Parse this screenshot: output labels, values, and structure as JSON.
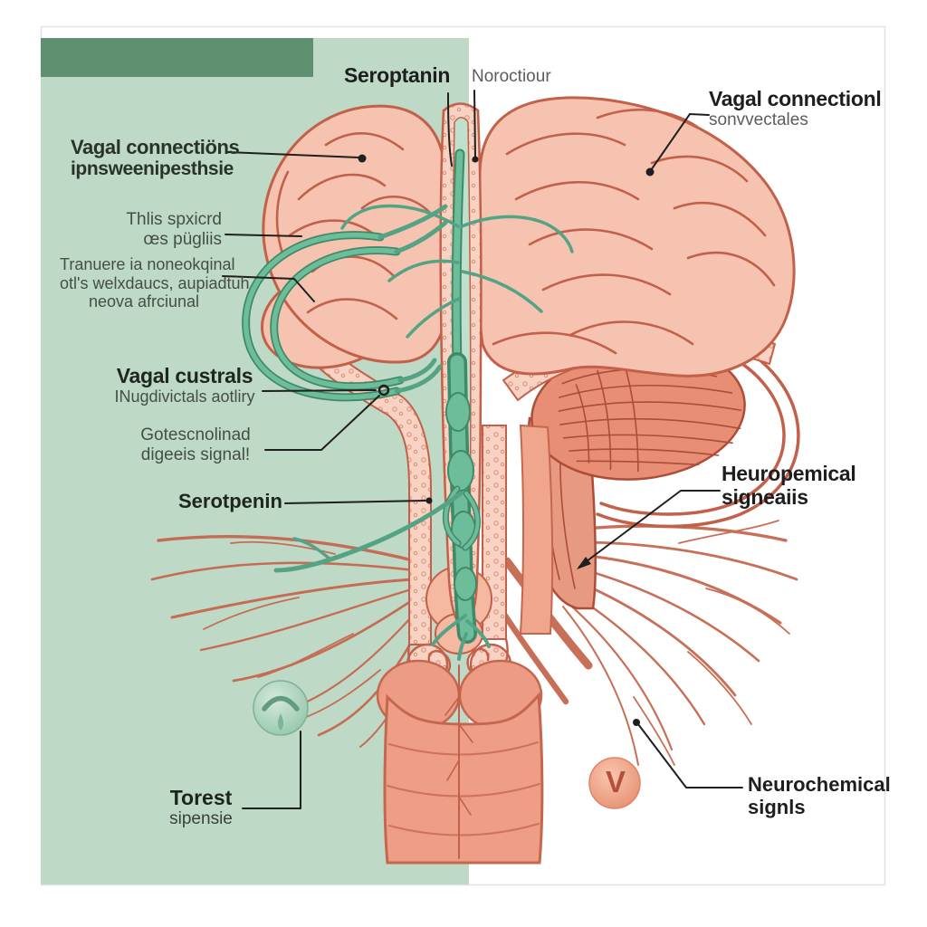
{
  "figure": {
    "type": "anatomical-diagram",
    "subject": "Brain and vagus nerve connections illustration"
  },
  "labels": {
    "seroptanin_top": {
      "line1": "Seroptanin"
    },
    "noroctiov_top": {
      "line1": "Noroctiour"
    },
    "vagal_connections_right": {
      "line1": "Vagal connectionl",
      "line2": "sonvvectales"
    },
    "vagal_connections_left": {
      "line1": "Vagal connectiöns",
      "line2": "ipnsweenipesthsie"
    },
    "thlis_spxicrd": {
      "line1": "Thlis spxicrd",
      "line2": "œs pügliis"
    },
    "tranuere": {
      "line1": "Tranuere ia noneokqinal",
      "line2": "otl's welxdaucs, aupiadtuh",
      "line3": "neova afrciunal"
    },
    "vagal_custrals": {
      "line1": "Vagal custrals",
      "line2": "INugdivictals aotliry"
    },
    "gotescnolinad": {
      "line1": "Gotescnolinad",
      "line2": "digeeis signal!"
    },
    "serotpenin_mid": {
      "line1": "Serotpenin"
    },
    "neurochemical_right": {
      "line1": "Heuropemical",
      "line2": "signeaiis"
    },
    "torest": {
      "line1": "Torest",
      "line2": "sipensie"
    },
    "neurochemical_bottom": {
      "line1": "Neurochemical",
      "line2": "signls"
    },
    "vagus_badge": {
      "letter": "V"
    }
  },
  "colors": {
    "panel_green": "#bed9c5",
    "header_bar_green": "#5e906f",
    "brain_pink": "#f6c3b0",
    "outline_red": "#c2604a",
    "band_fill": "#f8d2c2",
    "cerebellum": "#e78e74",
    "nerve_green": "#5fae8e",
    "fiber_red": "#c6684f",
    "badge_green": "#a9d3bd",
    "badge_salmon": "#ef9f87",
    "label_text": "#2e352f"
  }
}
